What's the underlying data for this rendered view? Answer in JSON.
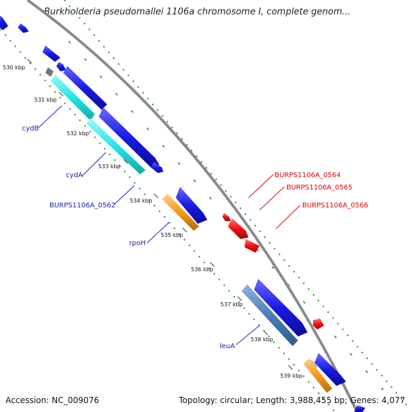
{
  "title": "Burkholderia pseudomallei 1106a chromosome I, complete genom...",
  "accession": "Accession: NC_009076",
  "topology": "Topology: circular; Length: 3,988,455 bp; Genes: 4,077",
  "ticks": [
    "530 kbp",
    "531 kbp",
    "532 kbp",
    "533 kbp",
    "534 kbp",
    "535 kbp",
    "536 kbp",
    "537 kbp",
    "538 kbp",
    "539 kbp"
  ],
  "genes": {
    "cydB": "cydB",
    "cydA": "cydA",
    "burps0562": "BURPS1106A_0562",
    "rpoH": "rpoH",
    "leuA": "leuA",
    "burps0564": "BURPS1106A_0564",
    "burps0565": "BURPS1106A_0565",
    "burps0566": "BURPS1106A_0566"
  },
  "colors": {
    "forward": "#1a1ae6",
    "cyan": "#22e6e6",
    "orange": "#f59a1a",
    "steelblue": "#4a7fb8",
    "red": "#ee1111",
    "backbone": "#888888",
    "gc": "#1f8a1f"
  }
}
